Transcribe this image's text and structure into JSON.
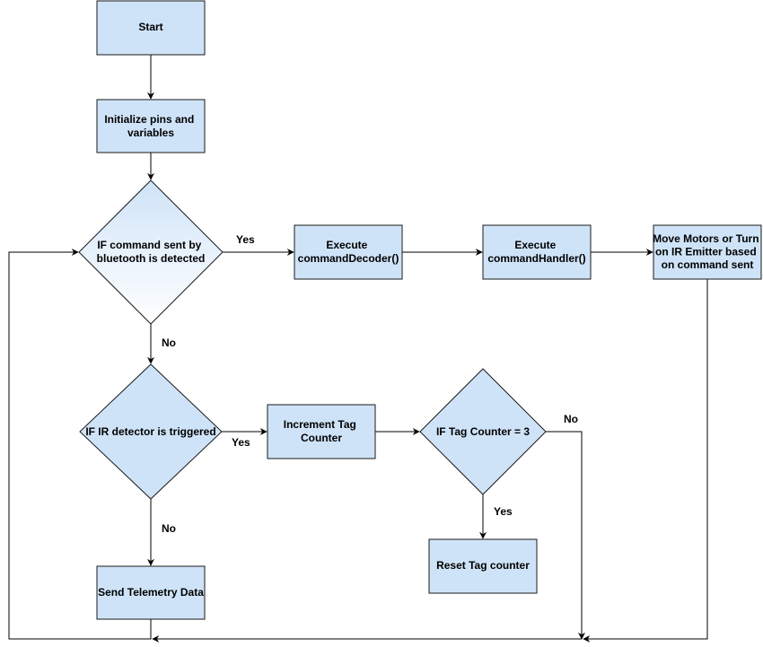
{
  "nodes": {
    "start": [
      "Start"
    ],
    "init": [
      "Initialize pins and",
      "variables"
    ],
    "decision_bt": [
      "IF command sent by",
      "bluetooth is detected"
    ],
    "decoder": [
      "Execute",
      "commandDecoder()"
    ],
    "handler": [
      "Execute",
      "commandHandler()"
    ],
    "motors": [
      "Move Motors or Turn",
      "on IR Emitter based",
      "on command sent"
    ],
    "decision_ir": [
      "IF IR detector is triggered"
    ],
    "increment": [
      "Increment Tag",
      "Counter"
    ],
    "decision_tag": [
      "IF Tag Counter = 3"
    ],
    "reset": [
      "Reset Tag counter"
    ],
    "telemetry": [
      "Send Telemetry Data"
    ]
  },
  "edge_labels": {
    "bt_yes": "Yes",
    "bt_no": "No",
    "ir_yes": "Yes",
    "ir_no": "No",
    "tag_yes": "Yes",
    "tag_no": "No"
  },
  "colors": {
    "node_fill": "#cfe3f8",
    "node_stroke": "#1a1a1a",
    "diamond_gradient_end": "#ffffff",
    "edge": "#000000"
  }
}
